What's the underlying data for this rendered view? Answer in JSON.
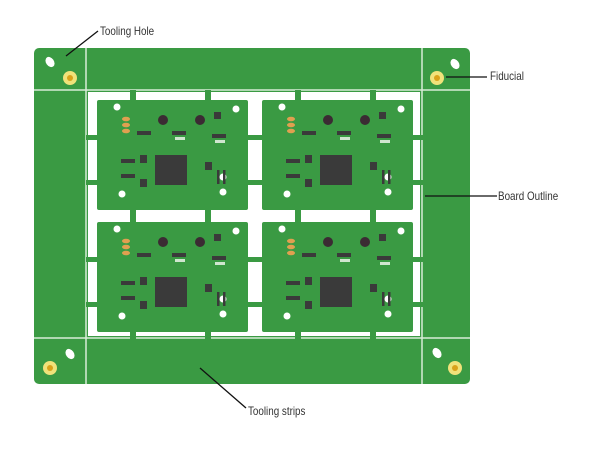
{
  "labels": {
    "tooling_hole": "Tooling Hole",
    "fiducial": "Fiducial",
    "board_outline": "Board Outline",
    "tooling_strips": "Tooling strips"
  },
  "panel": {
    "boards_rows": 2,
    "boards_cols": 2
  },
  "colors": {
    "pcb_green": "#3a9a43",
    "fiducial_ring": "#f0e27a",
    "fiducial_center": "#d9a21a",
    "component": "#3a3a3a",
    "pad": "#e0a050",
    "leader": "#111111"
  }
}
